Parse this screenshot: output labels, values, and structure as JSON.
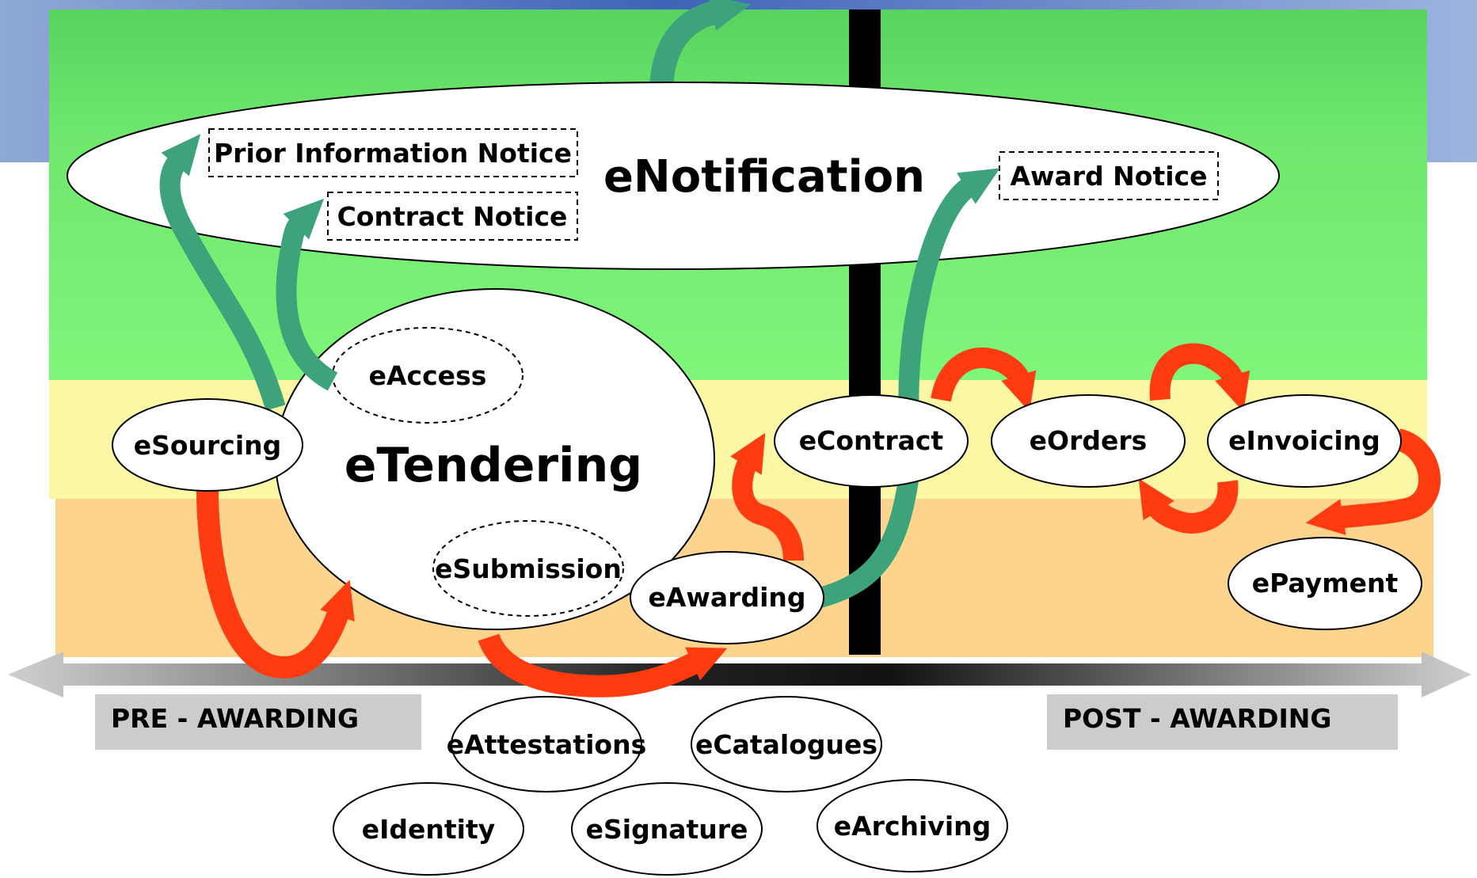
{
  "notification": {
    "title": "eNotification",
    "notices": {
      "prior_information": "Prior Information Notice",
      "contract": "Contract Notice",
      "award": "Award Notice"
    }
  },
  "tendering": {
    "title": "eTendering",
    "access": "eAccess",
    "submission": "eSubmission"
  },
  "phases": {
    "sourcing": "eSourcing",
    "awarding": "eAwarding",
    "contract": "eContract",
    "orders": "eOrders",
    "invoicing": "eInvoicing",
    "payment": "ePayment"
  },
  "timeline": {
    "pre": "PRE - AWARDING",
    "post": "POST - AWARDING"
  },
  "supporting": {
    "attestations": "eAttestations",
    "catalogues": "eCatalogues",
    "identity": "eIdentity",
    "signature": "eSignature",
    "archiving": "eArchiving"
  },
  "colors": {
    "green_band": "#6ee86b",
    "yellow_band": "#fbf7a4",
    "orange_band": "#fdd48d",
    "green_arrow": "#3da37a",
    "red_arrow": "#ff3b10",
    "phase_label_box": "#cccccc"
  }
}
